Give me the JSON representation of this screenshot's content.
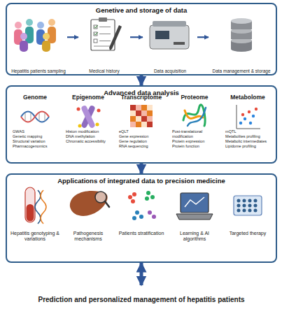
{
  "diagram": {
    "nodes": [
      {
        "text": [
          "Genetive and storage of data"
        ]
      },
      {
        "text": [
          "Hepatitis patients sampling"
        ],
        "in": 0
      },
      {
        "text": [
          "Medical history"
        ],
        "in": 0
      },
      {
        "text": [
          "Data acquisition"
        ],
        "in": 0
      },
      {
        "text": [
          "Data management & storage"
        ],
        "in": 0
      },
      {
        "text": [
          "Advanced data analysis"
        ]
      },
      {
        "text": [
          "Genome",
          "GWAS",
          "Genetic mapping",
          "Structural variation",
          "Pharmacogenomics"
        ],
        "in": 5
      },
      {
        "text": [
          "Epigenome",
          "Histon modification",
          "DNA methylation",
          "Chromatic accessibility"
        ],
        "in": 5
      },
      {
        "text": [
          "Transcriptome",
          "eQLT",
          "Gene expression",
          "Gene regulation",
          "RNA sequencing"
        ],
        "in": 5
      },
      {
        "text": [
          "Proteome",
          "Post-translational modification",
          "Protein expression",
          "Protein function"
        ],
        "in": 5
      },
      {
        "text": [
          "Metabolome",
          "mQTL",
          "Metabolites profiling",
          "Metabolic intermediates",
          "Lipidome profiling"
        ],
        "in": 5
      },
      {
        "text": [
          "Applications of integrated data to precision medicine"
        ]
      },
      {
        "text": [
          "Hepatitis genotyping & variations"
        ],
        "in": 11
      },
      {
        "text": [
          "Pathogenesis mechanisms"
        ],
        "in": 11
      },
      {
        "text": [
          "Patients stratification"
        ],
        "in": 11
      },
      {
        "text": [
          "Learning & AI algorithms"
        ],
        "in": 11
      },
      {
        "text": [
          "Targeted therapy"
        ],
        "in": 11
      },
      {
        "text": [
          "Prediction and personalized management of hepatitis patients"
        ]
      }
    ],
    "edges": [
      {
        "from": 1,
        "to": 2,
        "arrow": "to"
      },
      {
        "from": 2,
        "to": 3,
        "arrow": "to"
      },
      {
        "from": 3,
        "to": 4,
        "arrow": "to"
      },
      {
        "from": 0,
        "to": 5,
        "arrow": "to"
      },
      {
        "from": 5,
        "to": 11,
        "arrow": "to"
      },
      {
        "from": 11,
        "to": 17,
        "arrow": "both"
      }
    ]
  }
}
